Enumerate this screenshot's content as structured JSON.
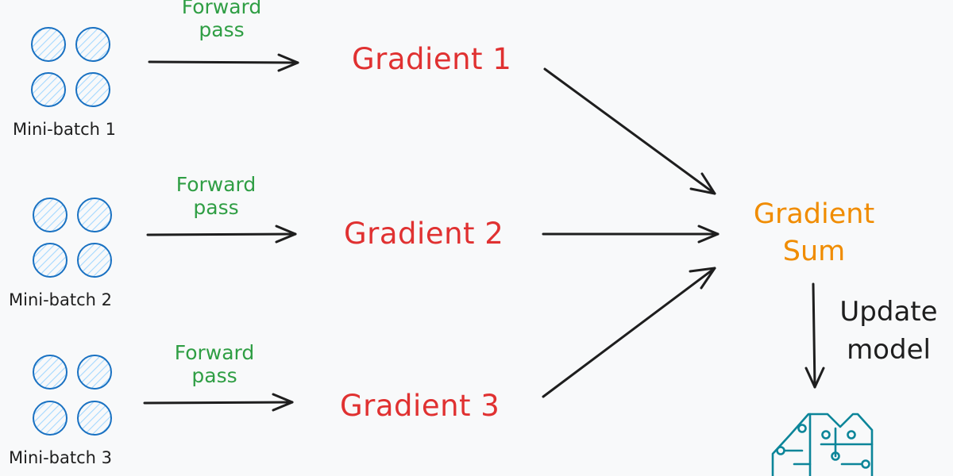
{
  "colors": {
    "background": "#f8f9fa",
    "circle_stroke": "#1971c2",
    "circle_hatch": "#a5d8ff",
    "forward": "#2f9e44",
    "gradient": "#e03131",
    "sum": "#f08c00",
    "ink": "#1e1e1e",
    "model": "#0c8599"
  },
  "batches": [
    {
      "label": "Mini-batch 1",
      "forward_line1": "Forward",
      "forward_line2": "pass",
      "gradient": "Gradient 1"
    },
    {
      "label": "Mini-batch 2",
      "forward_line1": "Forward",
      "forward_line2": "pass",
      "gradient": "Gradient 2"
    },
    {
      "label": "Mini-batch 3",
      "forward_line1": "Forward",
      "forward_line2": "pass",
      "gradient": "Gradient 3"
    }
  ],
  "sum": {
    "line1": "Gradient",
    "line2": "Sum"
  },
  "update": {
    "line1": "Update",
    "line2": "model"
  },
  "model_icon": "neural-network-model-icon"
}
